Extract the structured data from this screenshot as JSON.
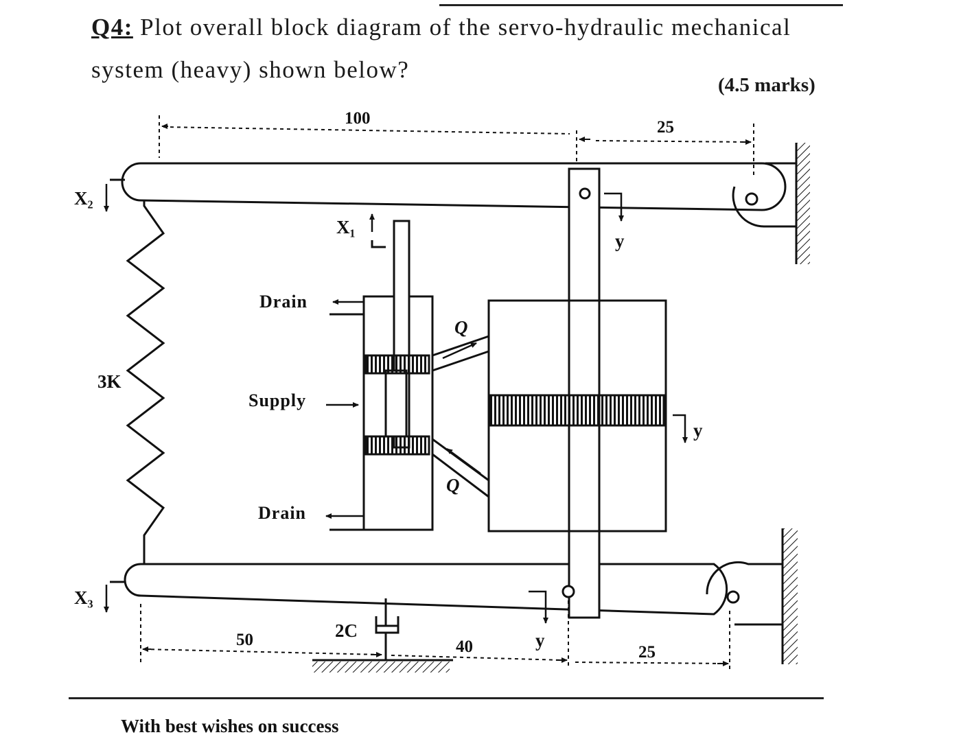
{
  "question": {
    "number": "Q4:",
    "line1": "Plot overall block diagram of the servo-hydraulic mechanical",
    "line2": "system (heavy) shown below?",
    "marks": "(4.5 marks)"
  },
  "diagram": {
    "labels": {
      "x1": "X₁",
      "x2": "X₂",
      "x3": "X₃",
      "spring": "3K",
      "damper": "2C",
      "y_top": "y",
      "y_mid": "y",
      "y_bottom": "y",
      "drain_top": "Drain",
      "supply": "Supply",
      "drain_bottom": "Drain",
      "q_top": "Q",
      "q_bottom": "Q"
    },
    "dimensions": {
      "top_left": "100",
      "top_right": "25",
      "bottom_left": "50",
      "bottom_mid": "40",
      "bottom_right": "25"
    }
  },
  "footer": {
    "text": "With best wishes on success"
  }
}
